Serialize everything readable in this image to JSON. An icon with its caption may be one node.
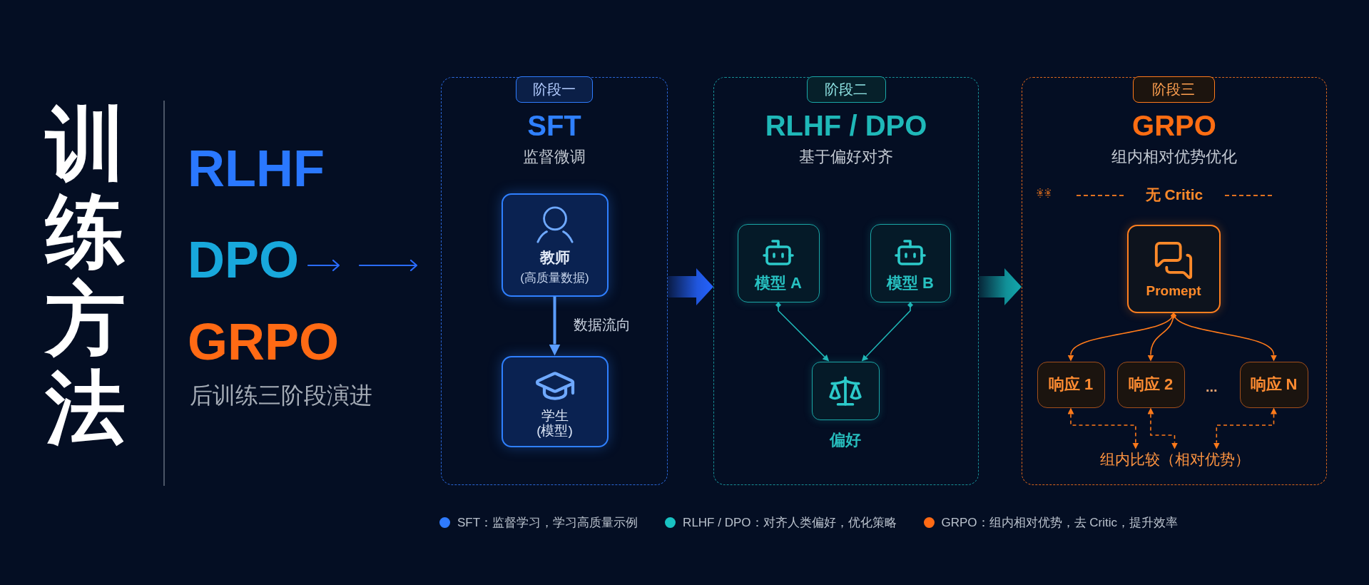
{
  "diagram": {
    "title": "训练方法",
    "nodes": [
      {
        "text": [
          "SFT",
          "监督微调"
        ]
      },
      {
        "text": [
          "阶段一"
        ],
        "in": 0
      },
      {
        "text": [
          "教师",
          "(高质量数据)"
        ],
        "in": 0
      },
      {
        "text": [
          "学生",
          "(模型)"
        ],
        "in": 0
      },
      {
        "text": [
          "RLHF / DPO",
          "基于偏好对齐"
        ]
      },
      {
        "text": [
          "阶段二"
        ],
        "in": 4
      },
      {
        "text": [
          "模型 A"
        ],
        "in": 4
      },
      {
        "text": [
          "模型 B"
        ],
        "in": 4
      },
      {
        "text": [
          "偏好"
        ],
        "in": 4
      },
      {
        "text": [
          "GRPO",
          "组内相对优势优化"
        ]
      },
      {
        "text": [
          "阶段三"
        ],
        "in": 9
      },
      {
        "text": [
          "Promept"
        ],
        "in": 9
      },
      {
        "text": [
          "响应 1"
        ],
        "in": 9
      },
      {
        "text": [
          "响应 2"
        ],
        "in": 9
      },
      {
        "text": [
          "响应 N"
        ],
        "in": 9
      },
      {
        "text": [
          "组内比较（相对优势）"
        ],
        "in": 9
      }
    ],
    "edges": [
      {
        "from": 2,
        "to": 3,
        "arrow": "to",
        "label": "数据流向",
        "color": "#5b9dff"
      },
      {
        "from": 0,
        "to": 4,
        "arrow": "to",
        "style": "thick",
        "color": "#2563ff"
      },
      {
        "from": 6,
        "to": 8,
        "arrow": "to",
        "color": "#1fb5b5"
      },
      {
        "from": 7,
        "to": 8,
        "arrow": "to",
        "color": "#1fb5b5"
      },
      {
        "from": 4,
        "to": 9,
        "arrow": "to",
        "style": "thick",
        "color": "#13a8ad"
      },
      {
        "from": 11,
        "to": 12,
        "arrow": "to"
      },
      {
        "from": 11,
        "to": 13,
        "arrow": "to"
      },
      {
        "from": 11,
        "to": 14,
        "arrow": "to"
      },
      {
        "from": 12,
        "to": 15,
        "arrow": "both",
        "style": "dashed"
      },
      {
        "from": 13,
        "to": 15,
        "arrow": "both",
        "style": "dashed"
      },
      {
        "from": 14,
        "to": 15,
        "arrow": "both",
        "style": "dashed"
      }
    ],
    "labels": [
      "RLHF",
      "DPO",
      "GRPO",
      "后训练三阶段演进",
      "无 Critic",
      "..."
    ],
    "legend": [
      {
        "text": "SFT：监督学习，学习高质量示例",
        "color": "#2f7bff"
      },
      {
        "text": "RLHF / DPO：对齐人类偏好，优化策略",
        "color": "#19c2c2"
      },
      {
        "text": "GRPO：组内相对优势，去 Critic，提升效率",
        "color": "#ff6a14"
      }
    ]
  }
}
